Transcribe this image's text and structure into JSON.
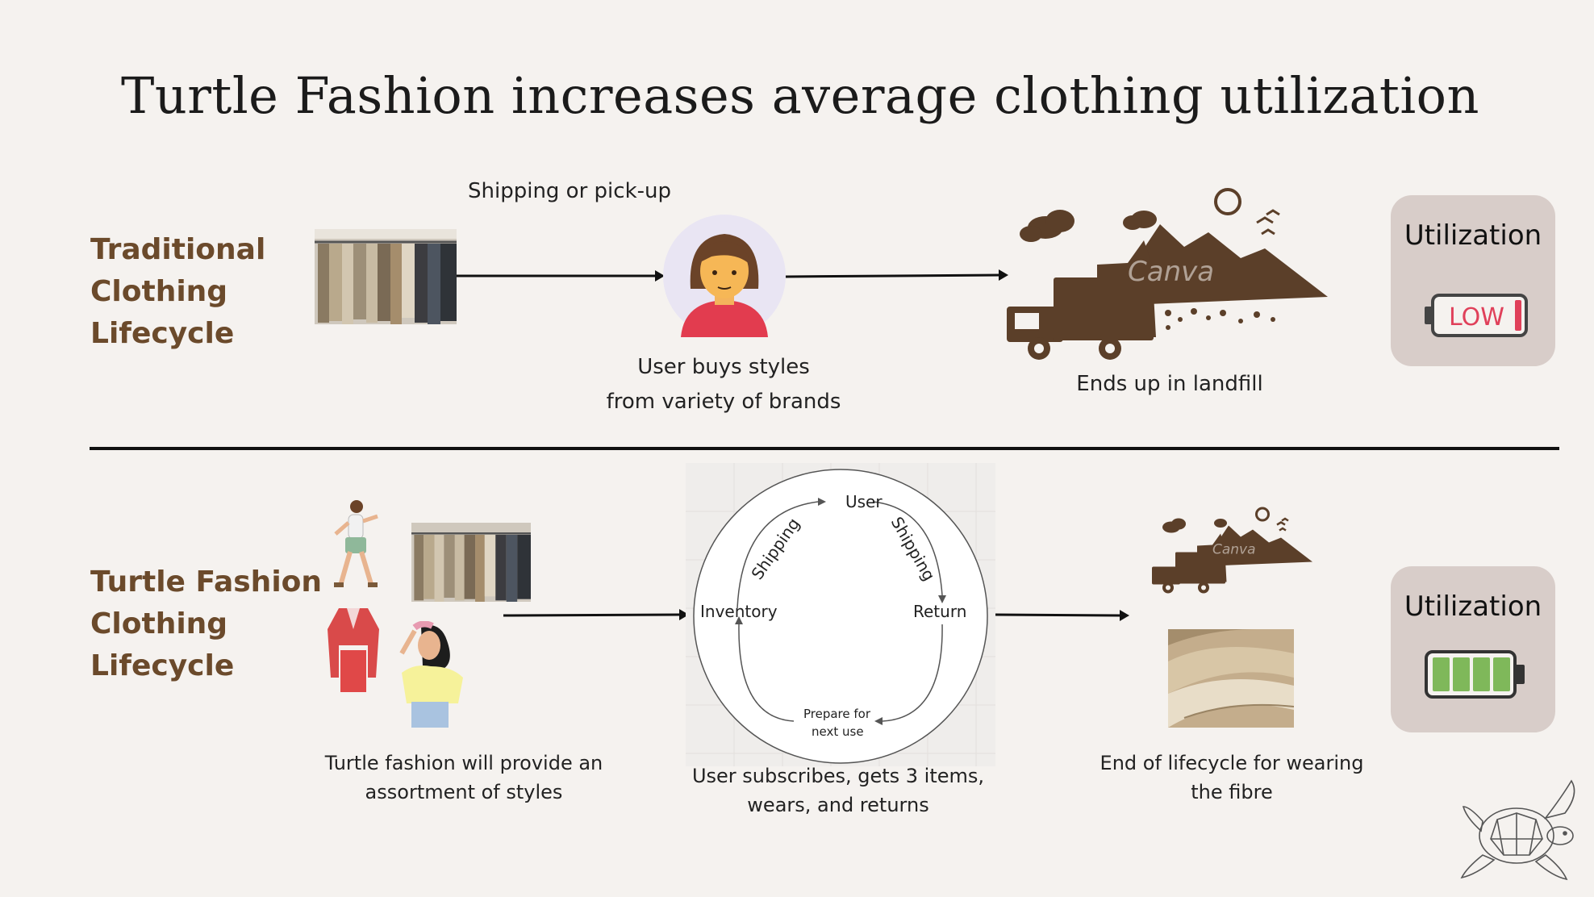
{
  "title": "Turtle Fashion increases average clothing utilization",
  "traditional": {
    "label_lines": [
      "Traditional",
      "Clothing",
      "Lifecycle"
    ],
    "shipping_label": "Shipping or pick-up",
    "user_caption_lines": [
      "User buys styles",
      "from variety of brands"
    ],
    "landfill_caption": "Ends up in landfill",
    "watermark": "Canva",
    "utilization": {
      "title": "Utilization",
      "level_text": "LOW",
      "level_color": "#e0405a"
    }
  },
  "turtle": {
    "label_lines": [
      "Turtle Fashion",
      "Clothing",
      "Lifecycle"
    ],
    "styles_caption_lines": [
      "Turtle fashion will provide an",
      "assortment of styles"
    ],
    "cycle": {
      "user": "User",
      "inventory": "Inventory",
      "return": "Return",
      "prepare_lines": [
        "Prepare for",
        "next use"
      ],
      "shipping_left": "Shipping",
      "shipping_right": "Shipping"
    },
    "cycle_caption_lines": [
      "User subscribes, gets 3 items,",
      "wears, and returns"
    ],
    "fibre_caption_lines": [
      "End of lifecycle for wearing",
      "the fibre"
    ],
    "watermark": "Canva",
    "utilization": {
      "title": "Utilization",
      "level_color": "#7fb85a",
      "level_fraction": 1.0
    }
  },
  "colors": {
    "brown": "#6b4a2b",
    "landfill": "#5b3f29",
    "card": "#d8cdc9"
  },
  "icons": [
    "clothes-rack-photo",
    "user-avatar-icon",
    "landfill-truck-icon",
    "battery-low-icon",
    "walking-person-icon",
    "red-jacket-icon",
    "woman-icon",
    "fabric-photo",
    "battery-full-icon",
    "turtle-icon"
  ]
}
